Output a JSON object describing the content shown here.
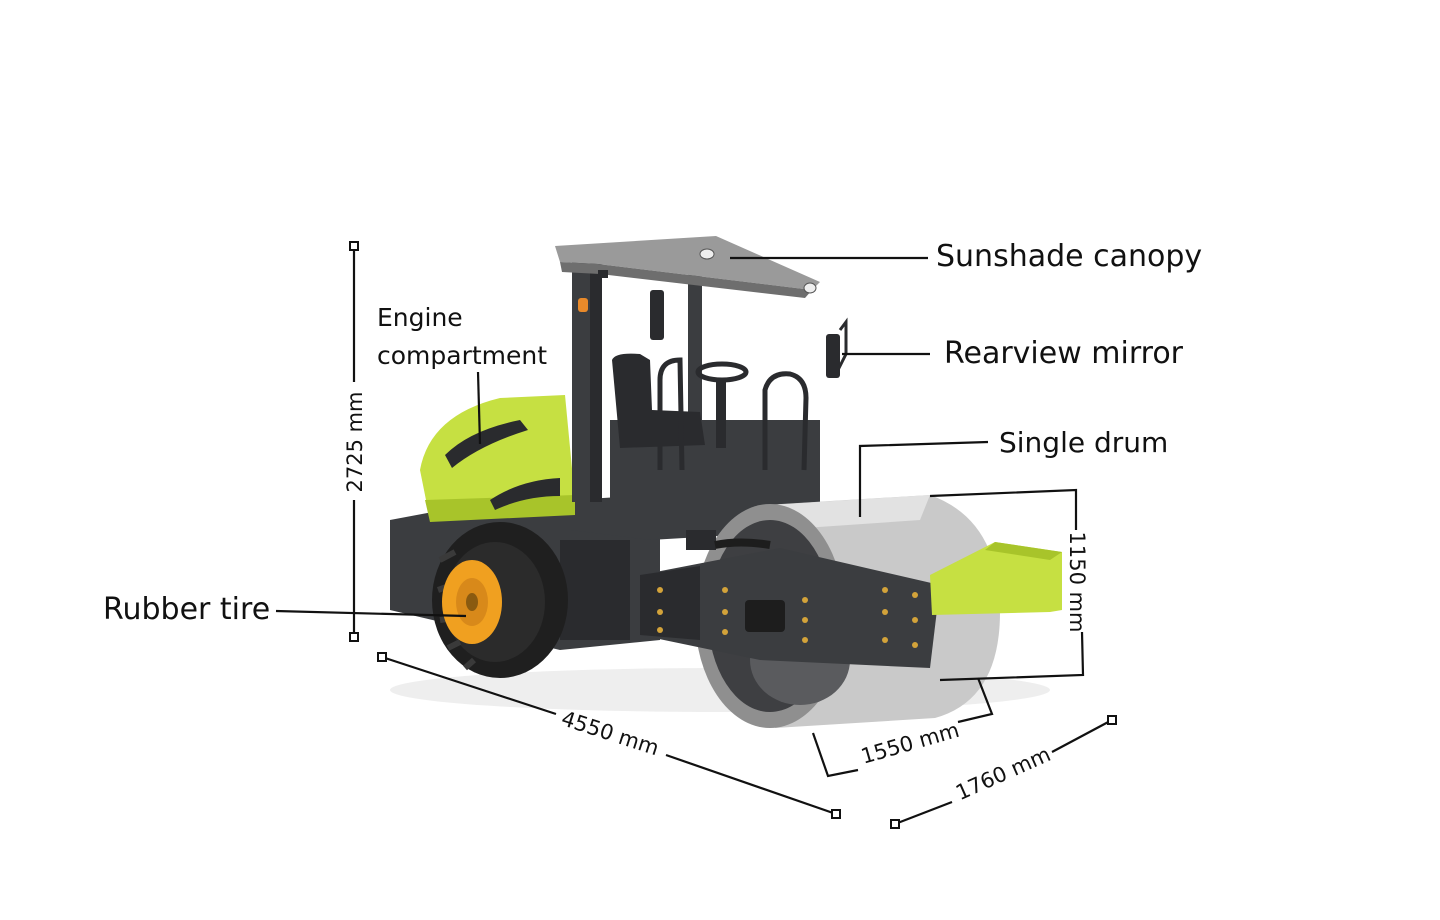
{
  "labels": {
    "sunshade_canopy": "Sunshade canopy",
    "rearview_mirror": "Rearview mirror",
    "engine_line1": "Engine",
    "engine_line2": "compartment",
    "single_drum": "Single drum",
    "rubber_tire": "Rubber tire"
  },
  "dimensions": {
    "height": "2725 mm",
    "drum_diameter": "1150 mm",
    "drum_width": "1550 mm",
    "overall_width": "1760 mm",
    "overall_length": "4550 mm"
  },
  "colors": {
    "body_lime": "#c6e042",
    "body_lime_dark": "#a8c42a",
    "frame": "#3b3d40",
    "frame_dark": "#2a2b2e",
    "drum_steel": "#c9c9c9",
    "drum_shadow": "#8f8f8f",
    "tire": "#1f1f1f",
    "rim": "#f0a020",
    "canopy": "#9a9a9a",
    "annotation": "#111111"
  }
}
